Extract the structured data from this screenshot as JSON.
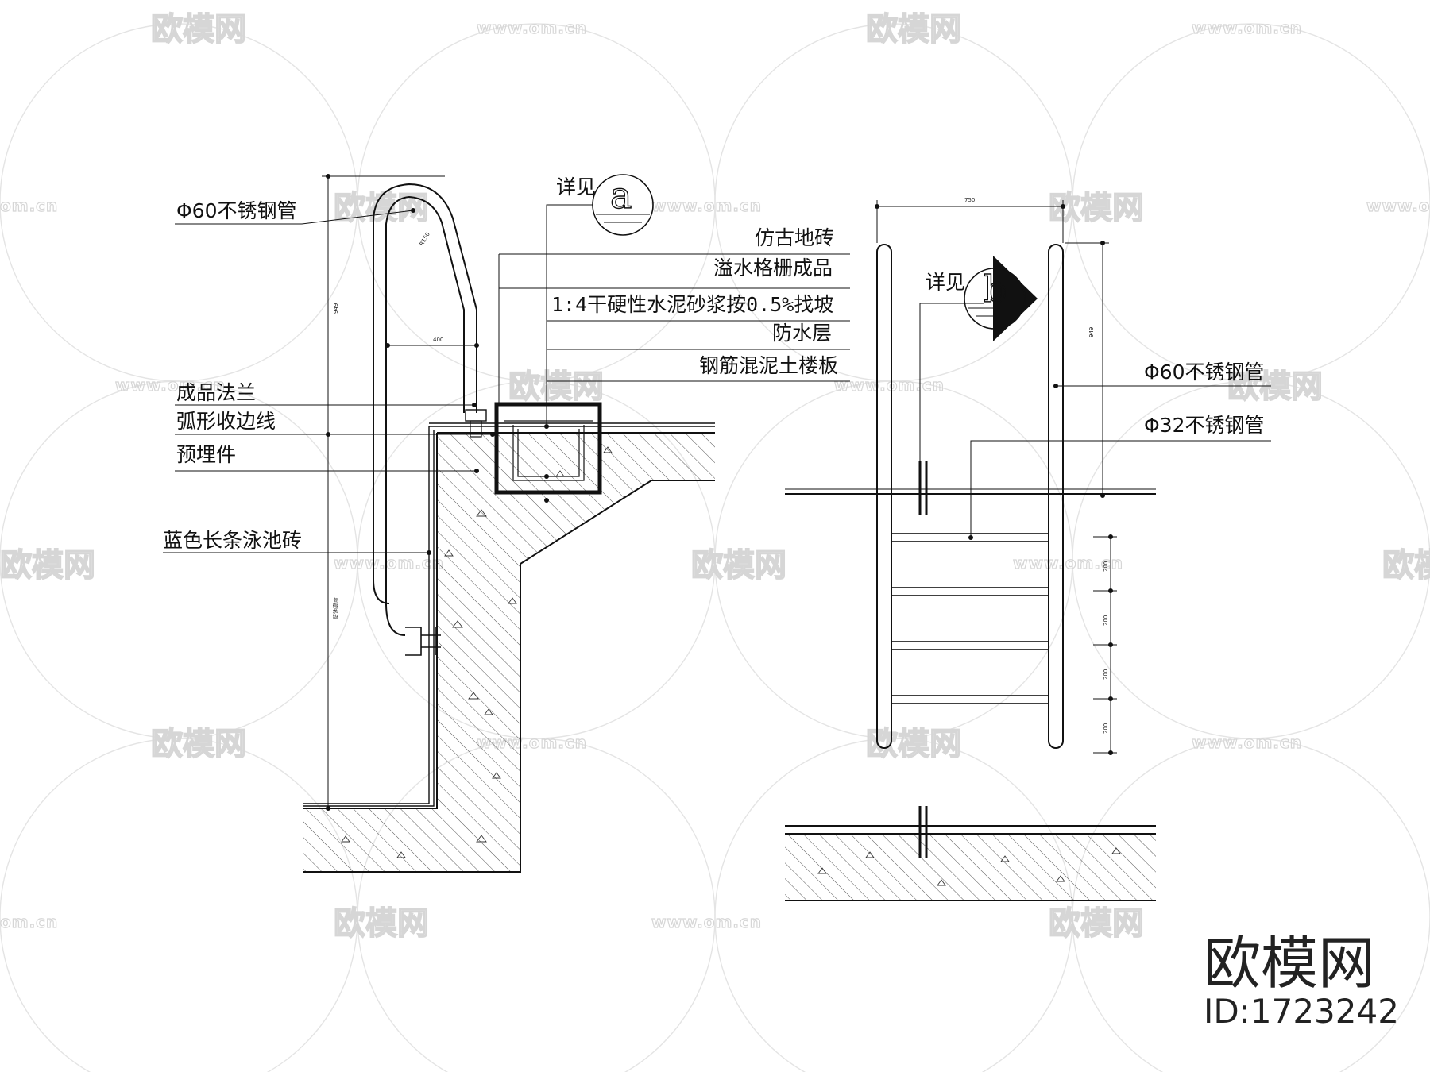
{
  "section_left": {
    "see_label": "详见",
    "detail_a_letter": "a",
    "labels": {
      "pipe60": "Φ60不锈钢管",
      "flange": "成品法兰",
      "edge_line": "弧形收边线",
      "embedded": "预埋件",
      "pool_tile": "蓝色长条泳池砖",
      "antique_tile": "仿古地砖",
      "grille": "溢水格栅成品",
      "mortar": "1:4干硬性水泥砂浆按0.5%找坡",
      "waterproof": "防水层",
      "slab": "钢筋混泥土楼板"
    },
    "dims": {
      "radius": "R150",
      "width": "400",
      "height": "949",
      "depth": "壁池高度"
    }
  },
  "section_right": {
    "see_label": "详见",
    "detail_b_letter": "b",
    "labels": {
      "pipe60": "Φ60不锈钢管",
      "pipe32": "Φ32不锈钢管"
    },
    "dims": {
      "width": "750",
      "height": "949",
      "step1": "200",
      "step2": "200",
      "step3": "200",
      "step4": "200"
    }
  },
  "watermark": {
    "logo": "欧模网",
    "url": "www.om.cn",
    "url_short": "om.cn"
  },
  "brand": {
    "name": "欧模网",
    "id": "ID:1723242"
  }
}
